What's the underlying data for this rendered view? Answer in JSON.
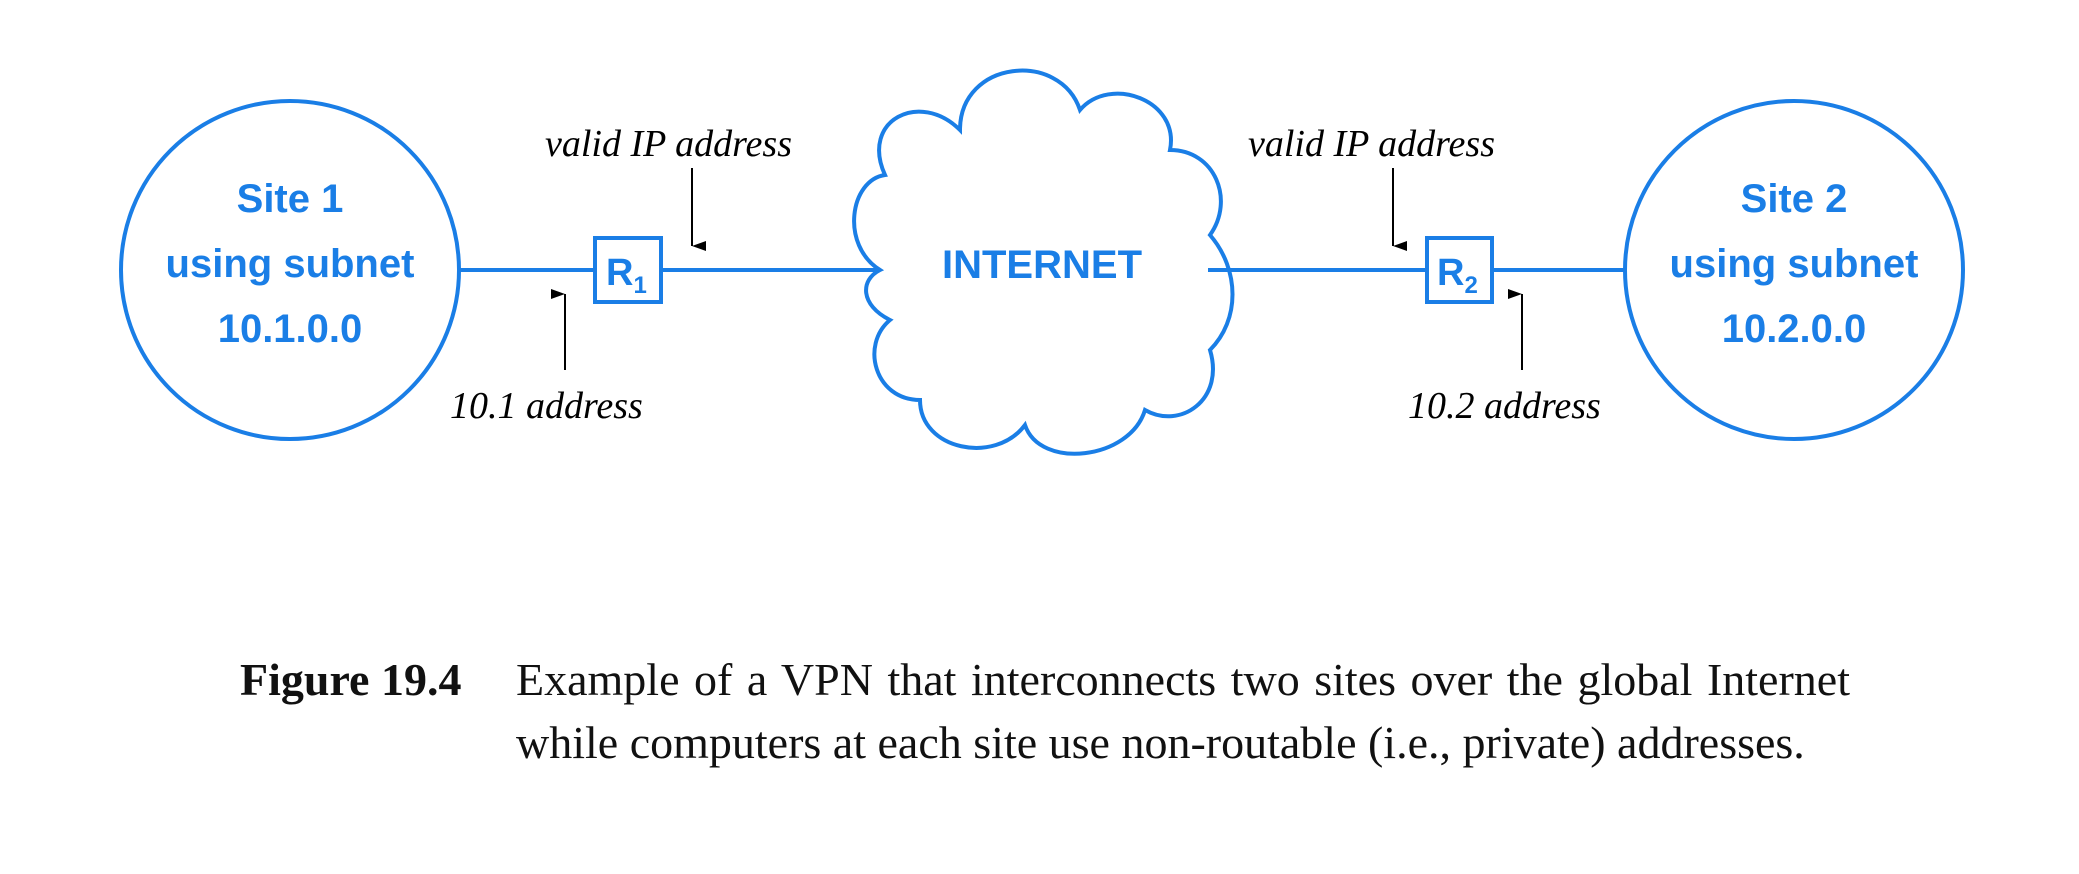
{
  "diagram": {
    "site1": {
      "line1": "Site 1",
      "line2": "using subnet",
      "line3": "10.1.0.0"
    },
    "site2": {
      "line1": "Site 2",
      "line2": "using subnet",
      "line3": "10.2.0.0"
    },
    "internet_label": "INTERNET",
    "router1": {
      "letter": "R",
      "subscript": "1"
    },
    "router2": {
      "letter": "R",
      "subscript": "2"
    },
    "annotation_valid_ip_left": "valid IP address",
    "annotation_valid_ip_right": "valid IP address",
    "annotation_10_1": "10.1 address",
    "annotation_10_2": "10.2 address",
    "colors": {
      "accent": "#1a7ee6",
      "annotation": "#000000"
    }
  },
  "caption": {
    "label": "Figure 19.4",
    "text": "Example of a VPN that interconnects two sites over the global Internet while computers at each site use non-routable (i.e., private) addresses."
  }
}
